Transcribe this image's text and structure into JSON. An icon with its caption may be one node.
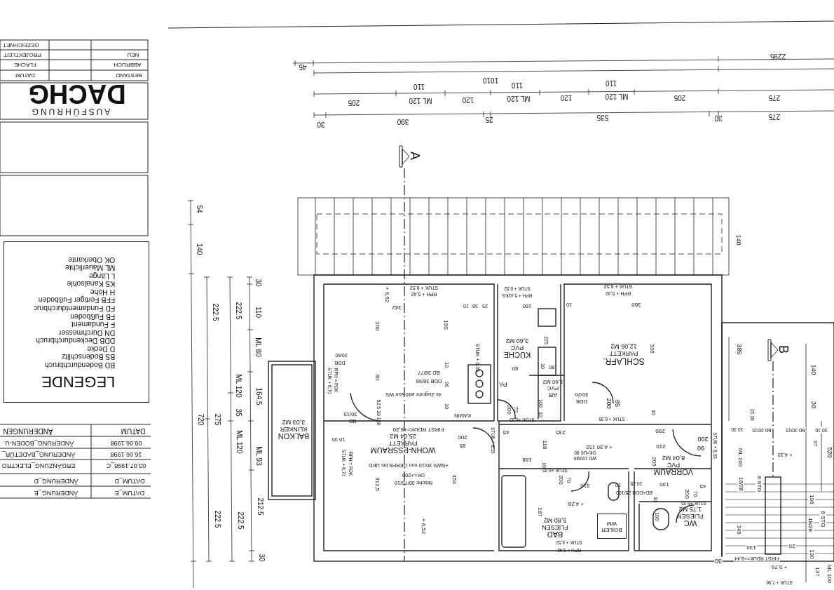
{
  "diagram": {
    "nodes": [
      {
        "text": [
          "LEGENDE",
          "BD Bodendurchbruch",
          "BS Bodenschlitz",
          "D Decke",
          "DDB Deckendurchbruch",
          "DN Durchmesser",
          "F Fundament",
          "FB Fußboden",
          "FD Fundamentdurchbruc",
          "FFB Fertiger Fußboden",
          "H Höhe",
          "KS Kanalsohle",
          "L Länge",
          "ML Mauerlichte",
          "OK Oberkante"
        ]
      },
      {
        "text": [
          "BALKON",
          "KLINKER",
          "3,03 M2"
        ]
      },
      {
        "text": [
          "WOHN-ESSRAUM",
          "PARKETT",
          "25,04 M2"
        ]
      },
      {
        "text": [
          "KÜCHE",
          "PVC",
          "3,60 M2"
        ]
      },
      {
        "text": [
          "AR",
          "PVC",
          "1,60 M2"
        ]
      },
      {
        "text": [
          "SCHLAFR.",
          "PARKETT",
          "12,06 M2"
        ]
      },
      {
        "text": [
          "VORRAUM",
          "PVC",
          "8,04 M2"
        ]
      },
      {
        "text": [
          "BAD",
          "FLIESEN",
          "5,80 M2"
        ]
      },
      {
        "text": [
          "BOILER",
          "WM"
        ],
        "in": 7
      },
      {
        "text": [
          "WC",
          "FLIESEN",
          "1,75 M2"
        ]
      }
    ],
    "labels": [
      "GEZEICHNET",
      "PROJEKTLEIT",
      "FLÄCHE",
      "DATUM",
      "NEU",
      "ABBRUCH",
      "BESTAND",
      "AUSFÜHRUNG",
      "DACHG",
      "ÄNDERUNGEN",
      "DATUM",
      "ÄNDERUNG_BODEN-U.",
      "09.06.1998",
      "ÄNDERUNG_BADETÜR_",
      "16.06.1998",
      "ERGÄNZUNG_ELEKTRO",
      "03.07.1998_C",
      "ÄNDERUNG_D",
      "DATUM_D",
      "ÄNDERUNG_E",
      "DATUM_E",
      "45",
      "2295",
      "1010",
      "110",
      "110",
      "110",
      "205",
      "ML 120",
      "120",
      "ML 120",
      "120",
      "ML 120",
      "205",
      "275",
      "30",
      "390",
      "25",
      "535",
      "30",
      "275",
      "54",
      "140",
      "720",
      "222.5",
      "275",
      "222.5",
      "222.5",
      "ML 120",
      "35",
      "ML 120",
      "222.5",
      "30",
      "110",
      "ML 80",
      "164.5",
      "ML 93",
      "212.5",
      "30",
      "A",
      "B",
      "+ 6,52",
      "RPH + 5,42",
      "STUK + 6,52",
      "342",
      "200",
      "190",
      "10",
      "38",
      "25",
      "STUK + 6,35",
      "DDB",
      "20/60",
      "STUK + 6,70",
      "RPH = FOK",
      "60",
      "10",
      "BD 38/77",
      "DDB 38/96",
      "96",
      "4x Zugrohr ø40 von WS",
      "10",
      "52,5 10 150",
      "30/15",
      "BD",
      "KAMIN",
      "FIRST RDUK=+8,20",
      "200",
      "85",
      "10 30",
      "STUK + 6,70",
      "RPH = FOK",
      "+SWS 30/10 von OKRFB bis UKD",
      "OK=+200",
      "Nische 30/70/10",
      "354",
      "312,5",
      "+ 6,52",
      "STUK + 6,35",
      "RPH + 5,42KS",
      "STUK + 6,52",
      "160",
      "10",
      "225",
      "10",
      "80",
      "80",
      "PA",
      "70",
      "200",
      "STUK +6,35",
      "100",
      "10",
      "30/20",
      "DDB",
      "85",
      "200",
      "STUK + 6,35",
      "RPH + 5,42",
      "STUK + 6,52",
      "360",
      "335",
      "10",
      "45",
      "235",
      "118",
      "+ 4,30 152",
      "168",
      "10",
      "WD 100/80",
      "OK=UK 80",
      "STUK +6,35",
      "250",
      "210",
      "205",
      "200",
      "90",
      "STUK + 6,35",
      "70",
      "200",
      "310",
      "+ 4,28",
      "187",
      "10",
      "BD+DDB 25/100",
      "10 25",
      "130",
      "45",
      "70",
      "200",
      "STUK +6,35",
      "10",
      "100",
      "RPH + 5,42",
      "STUK + 6,52",
      "140",
      "385",
      "140",
      "30",
      "15 10",
      "10 30",
      "BD 30/15",
      "BD 30/15",
      "30 10",
      "37",
      "520",
      "ML 100",
      "+ 4,32",
      "18/28",
      "8 STG",
      "196",
      "18/28",
      "8 STG",
      "345",
      "130",
      "20",
      "FIRST RDUK=+8,44",
      "130",
      "137",
      "+ 5,76",
      "STUK + 7,96",
      "ML 100",
      "30"
    ]
  }
}
